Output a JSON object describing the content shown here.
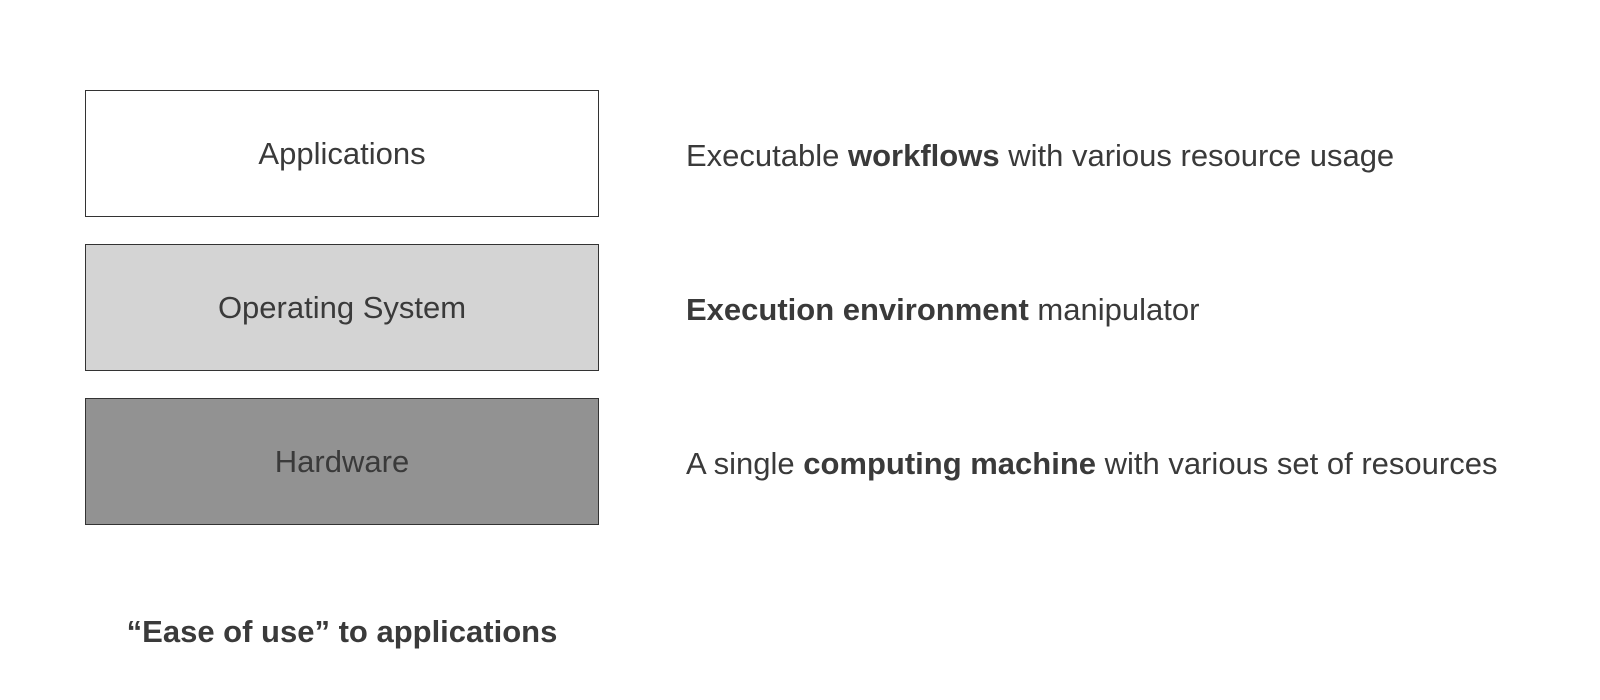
{
  "layers": [
    {
      "label": "Applications",
      "fill": "#ffffff",
      "description": {
        "before": "Executable ",
        "bold": "workflows",
        "after": " with various resource usage"
      }
    },
    {
      "label": "Operating System",
      "fill": "#d4d4d4",
      "description": {
        "before": "",
        "bold": "Execution environment",
        "after": " manipulator"
      }
    },
    {
      "label": "Hardware",
      "fill": "#929292",
      "description": {
        "before": "A single ",
        "bold": "computing machine",
        "after": " with various set of resources"
      }
    }
  ],
  "footer_note": "“Ease of use” to applications"
}
